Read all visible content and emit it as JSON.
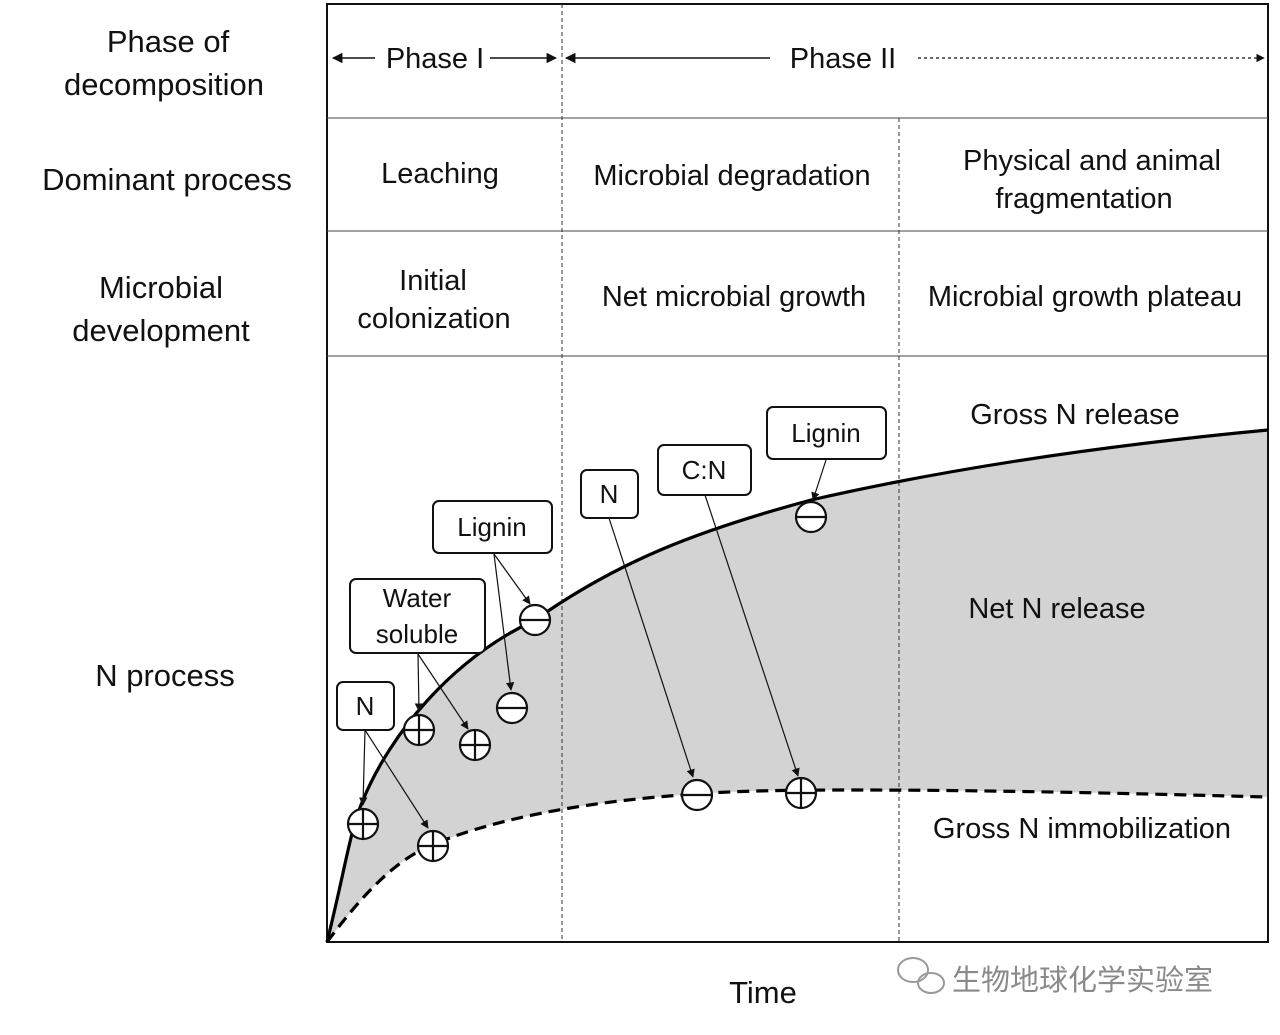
{
  "row_labels": {
    "phase": [
      "Phase of",
      "decomposition"
    ],
    "dominant": "Dominant process",
    "microbial": [
      "Microbial",
      "development"
    ],
    "n_process": "N process"
  },
  "phases": {
    "phase1": "Phase I",
    "phase2": "Phase II"
  },
  "dominant_process": {
    "leaching": "Leaching",
    "microbial_degradation": "Microbial degradation",
    "fragmentation": [
      "Physical and animal",
      "fragmentation"
    ]
  },
  "microbial_development": {
    "initial": [
      "Initial",
      "colonization"
    ],
    "net_growth": "Net microbial growth",
    "plateau": "Microbial growth plateau"
  },
  "curves": {
    "gross_release": "Gross N release",
    "net_release": "Net N release",
    "gross_immobilization": "Gross N immobilization"
  },
  "factors": {
    "n_left": "N",
    "water_soluble": [
      "Water",
      "soluble"
    ],
    "lignin_left": "Lignin",
    "n_mid": "N",
    "cn": "C:N",
    "lignin_right": "Lignin"
  },
  "axis": {
    "x_label": "Time"
  },
  "watermark": "生物地球化学实验室",
  "colors": {
    "fill": "#d3d3d3",
    "line": "#000000"
  }
}
